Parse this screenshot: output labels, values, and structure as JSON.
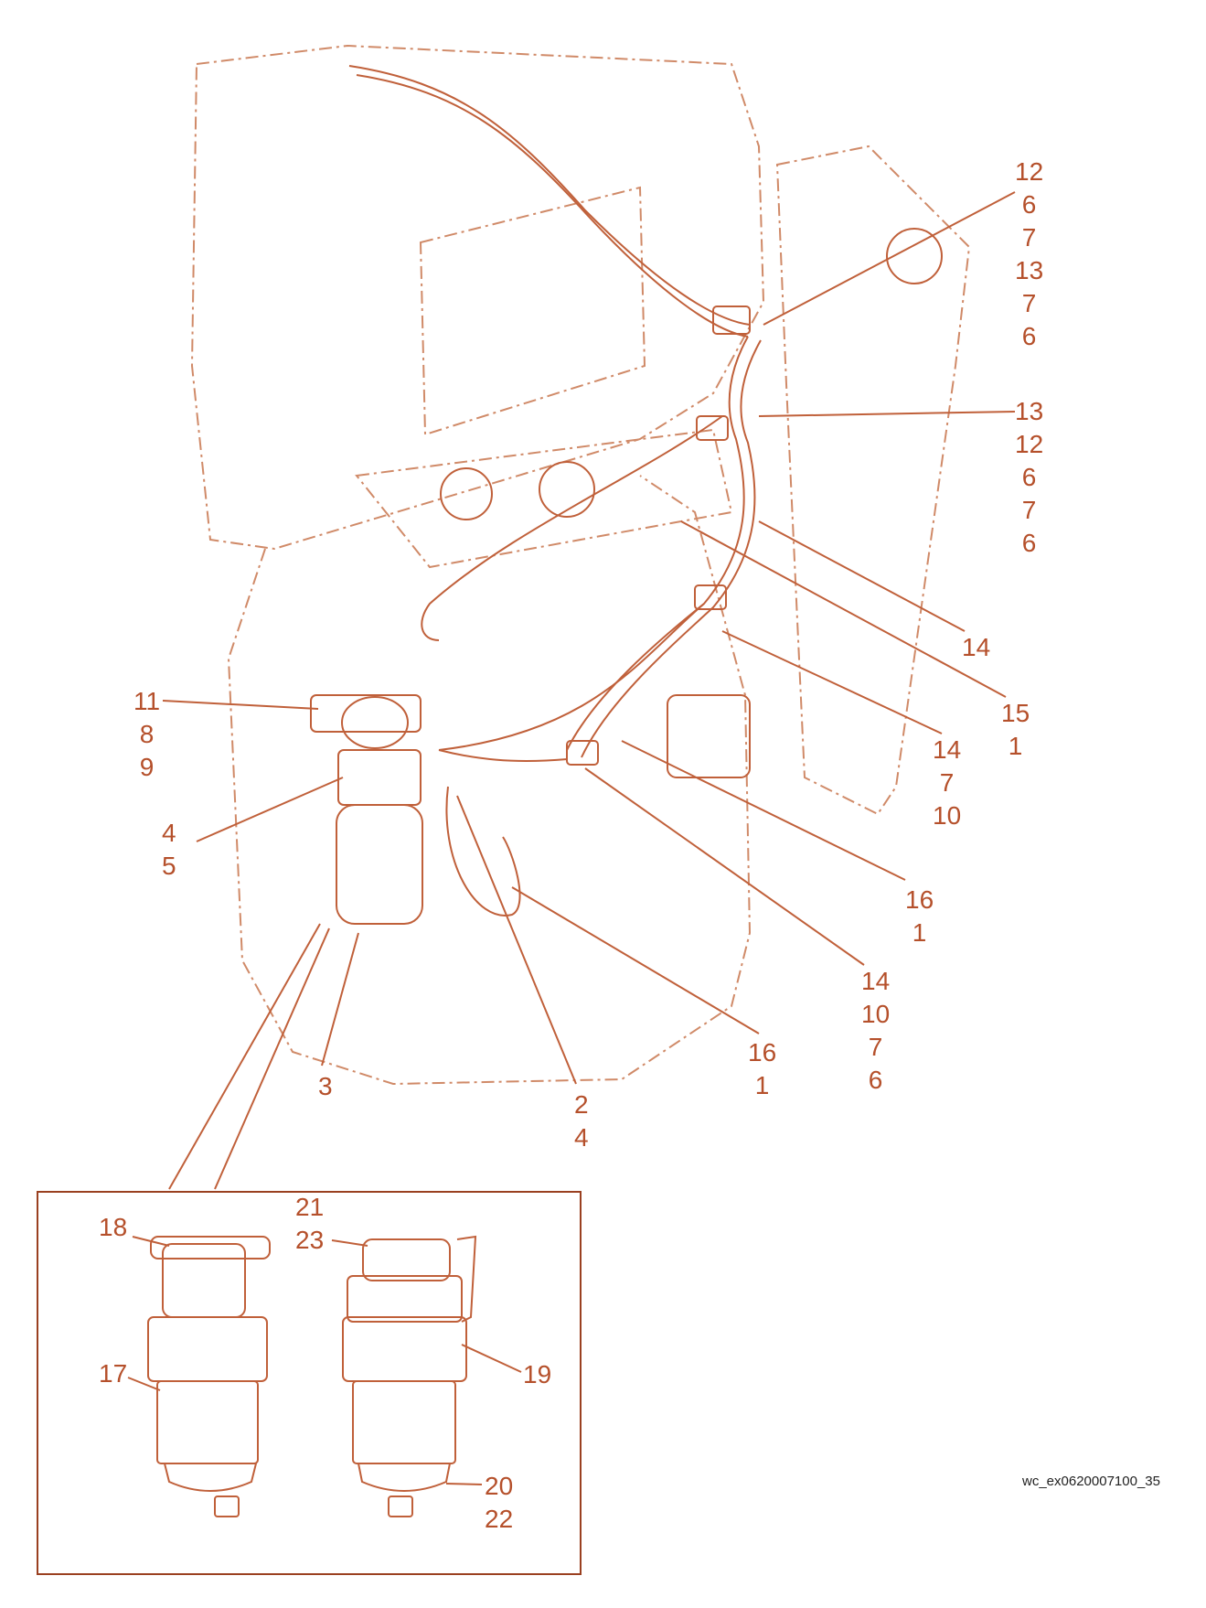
{
  "colors": {
    "line": "#c0603a",
    "dash": "#d08a68",
    "text": "#b5502b",
    "box": "#9a4020"
  },
  "callouts": {
    "c1": [
      "12",
      "6",
      "7",
      "13",
      "7",
      "6"
    ],
    "c2": [
      "13",
      "12",
      "6",
      "7",
      "6"
    ],
    "c3": [
      "14"
    ],
    "c4": [
      "15",
      "1"
    ],
    "c5": [
      "14",
      "7",
      "10"
    ],
    "c6": [
      "16",
      "1"
    ],
    "c7": [
      "14",
      "10",
      "7",
      "6"
    ],
    "c8": [
      "16",
      "1"
    ],
    "c9": [
      "2",
      "4"
    ],
    "c10": [
      "3"
    ],
    "c11": [
      "4",
      "5"
    ],
    "c12": [
      "11",
      "8",
      "9"
    ],
    "d1": [
      "18"
    ],
    "d2": [
      "21",
      "23"
    ],
    "d3": [
      "17"
    ],
    "d4": [
      "19"
    ],
    "d5": [
      "20",
      "22"
    ]
  },
  "figure_code": "wc_ex0620007100_35"
}
